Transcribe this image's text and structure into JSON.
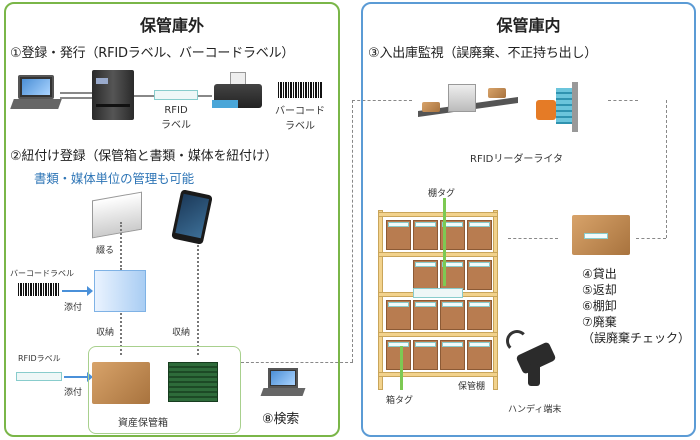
{
  "outside": {
    "title": "保管庫外",
    "step1": "①登録・発行（RFIDラベル、バーコードラベル）",
    "rfid_label_caption_1": "RFID",
    "rfid_label_caption_2": "ラベル",
    "barcode_label_caption_1": "バーコード",
    "barcode_label_caption_2": "ラベル",
    "step2": "②紐付け登録（保管箱と書類・媒体を紐付け）",
    "step2_note": "書類・媒体単位の管理も可能",
    "bind_caption": "綴る",
    "barcode_label_small": "バーコードラベル",
    "attach_1": "添付",
    "store_1": "収納",
    "store_2": "収納",
    "rfid_label_small": "RFIDラベル",
    "attach_2": "添付",
    "asset_box_caption": "資産保管箱",
    "step8": "⑧検索"
  },
  "inside": {
    "title": "保管庫内",
    "step3": "③入出庫監視（誤廃棄、不正持ち出し）",
    "reader_caption": "RFIDリーダーライタ",
    "shelf_tag": "棚タグ",
    "box_tag": "箱タグ",
    "shelf_caption": "保管棚",
    "handy_caption": "ハンディ端末",
    "ops": [
      "④貸出",
      "⑤返却",
      "⑥棚卸",
      "⑦廃棄",
      "（誤廃棄チェック）"
    ]
  },
  "colors": {
    "outside_border": "#7ab648",
    "inside_border": "#5b9bd5",
    "note_text": "#2e75b6",
    "tag_arrow": "#7dc953",
    "attach_arrow": "#4a90d9"
  }
}
